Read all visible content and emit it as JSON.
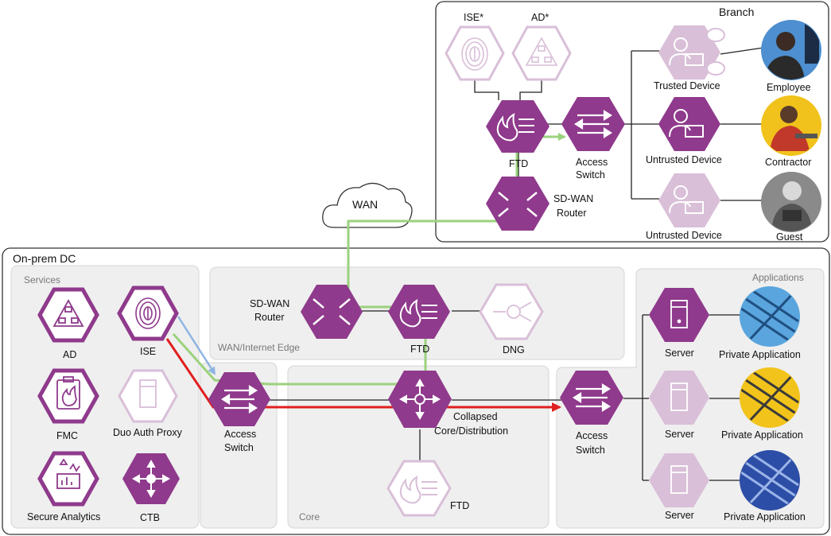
{
  "colors": {
    "purple": "#8f3a8c",
    "purple_faded": "#d9bfd8",
    "green_path": "#9bd27d",
    "red_path": "#e02020",
    "blue_path": "#8fb4e3",
    "zone_fill": "#efefef",
    "zone_stroke": "#d6d6d6"
  },
  "branch": {
    "title": "Branch",
    "ise_label": "ISE*",
    "ad_label": "AD*",
    "ftd_label": "FTD",
    "access_switch_label_1": "Access",
    "access_switch_label_2": "Switch",
    "sdwan_router_label_1": "SD-WAN",
    "sdwan_router_label_2": "Router",
    "trusted_device_label": "Trusted Device",
    "untrusted_device_label_1": "Untrusted Device",
    "untrusted_device_label_2": "Untrusted Device",
    "employee_label": "Employee",
    "contractor_label": "Contractor",
    "guest_label": "Guest"
  },
  "wan": {
    "label": "WAN"
  },
  "dc": {
    "title": "On-prem DC",
    "services_title": "Services",
    "wan_edge_title": "WAN/Internet Edge",
    "core_title": "Core",
    "applications_title": "Applications",
    "ad_label": "AD",
    "ise_label": "ISE",
    "fmc_label": "FMC",
    "duo_label": "Duo Auth Proxy",
    "secure_analytics_label": "Secure Analytics",
    "ctb_label": "CTB",
    "access_switch_left_1": "Access",
    "access_switch_left_2": "Switch",
    "sdwan_router_1": "SD-WAN",
    "sdwan_router_2": "Router",
    "ftd_edge_label": "FTD",
    "dng_label": "DNG",
    "collapsed_core_1": "Collapsed",
    "collapsed_core_2": "Core/Distribution",
    "ftd_core_label": "FTD",
    "access_switch_right_1": "Access",
    "access_switch_right_2": "Switch",
    "server_label_1": "Server",
    "server_label_2": "Server",
    "server_label_3": "Server",
    "private_app_1": "Private Application",
    "private_app_2": "Private Application",
    "private_app_3": "Private Application"
  }
}
